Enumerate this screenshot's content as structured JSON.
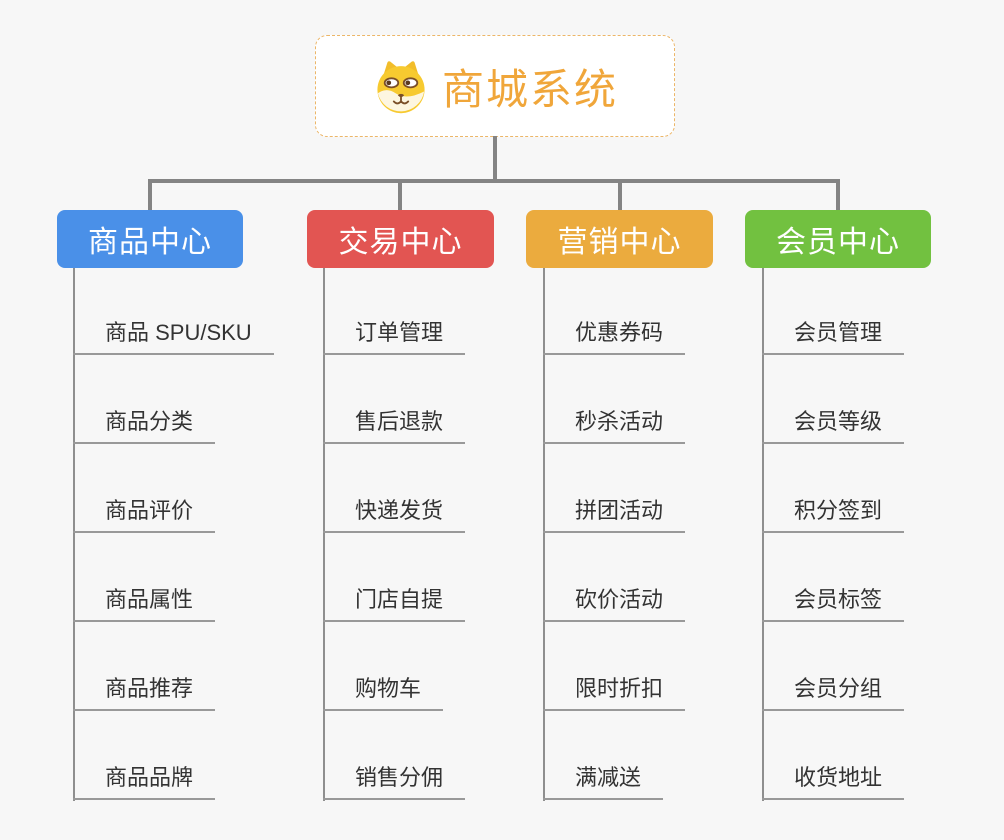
{
  "root": {
    "title": "商城系统",
    "icon": "doge-icon",
    "border_color": "#ecb668",
    "title_color": "#f0a63a"
  },
  "connector_color": "#848484",
  "leaf_line_color": "#999999",
  "background_color": "#f7f7f7",
  "branches": [
    {
      "label": "商品中心",
      "color": "#4a90e8",
      "items": [
        "商品 SPU/SKU",
        "商品分类",
        "商品评价",
        "商品属性",
        "商品推荐",
        "商品品牌"
      ]
    },
    {
      "label": "交易中心",
      "color": "#e25552",
      "items": [
        "订单管理",
        "售后退款",
        "快递发货",
        "门店自提",
        "购物车",
        "销售分佣"
      ]
    },
    {
      "label": "营销中心",
      "color": "#ebab3e",
      "items": [
        "优惠券码",
        "秒杀活动",
        "拼团活动",
        "砍价活动",
        "限时折扣",
        "满减送"
      ]
    },
    {
      "label": "会员中心",
      "color": "#72c140",
      "items": [
        "会员管理",
        "会员等级",
        "积分签到",
        "会员标签",
        "会员分组",
        "收货地址"
      ]
    }
  ]
}
